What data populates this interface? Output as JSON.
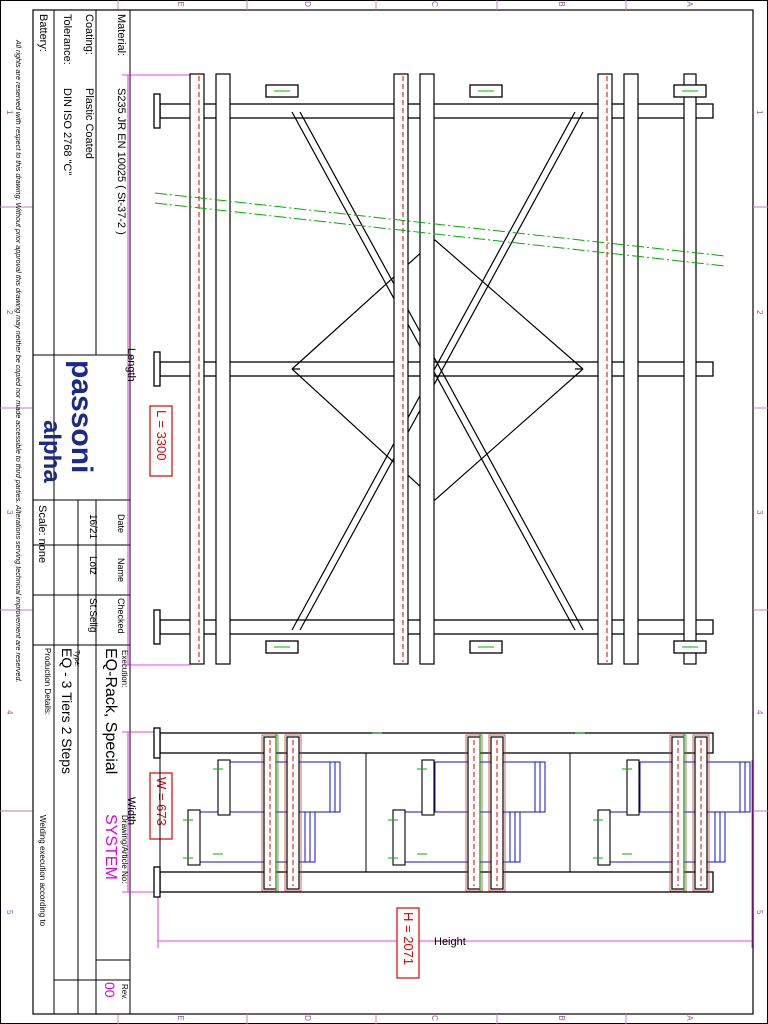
{
  "title_block": {
    "material_label": "Material:",
    "material_value": "S235 JR EN 10025 ( St-37-2 )",
    "coating_label": "Coating:",
    "coating_value": "Plastic Coated",
    "tolerance_label": "Tolerance:",
    "tolerance_value": "DIN ISO 2768 \"C\"",
    "battery_label": "Battery:",
    "date_label": "Date",
    "date_value": "16/21",
    "name_label": "Name",
    "name_value": "Lotz",
    "checked_label": "Checked",
    "checked_value": "St.Selig",
    "scale_label": "Scale: none",
    "execution_label": "Execution:",
    "execution_value": "EQ-Rack, Special",
    "type_label": "Type:",
    "type_value": "EQ - 3 Tiers 2 Steps",
    "production_label": "Production Details:",
    "drawing_label": "Drawing/Article No:",
    "drawing_value": "SYSTEM",
    "welding_text": "Welding execution according to",
    "rev_label": "Rev.",
    "rev_value": "00",
    "logo_top": "passoni",
    "logo_bottom": "alpha"
  },
  "rights_notice": "All rights are reserved with respect to this drawing. Without prior approval this drawing may neither be copied nor made accessible to third parties. Alterations serving technical improvement are reserved.",
  "dimensions": {
    "length_label": "Length",
    "length_value": "L = 3300",
    "width_label": "Width",
    "width_value": "W = 673",
    "height_label": "Height",
    "height_value": "H = 2071"
  },
  "border_letters": [
    "E",
    "D",
    "C",
    "B",
    "A"
  ],
  "border_numbers": [
    "1",
    "2",
    "3",
    "4",
    "5"
  ],
  "colors": {
    "magenta": "#e000e0",
    "red": "#e00000",
    "blue": "#1010d0",
    "green": "#00b000"
  }
}
